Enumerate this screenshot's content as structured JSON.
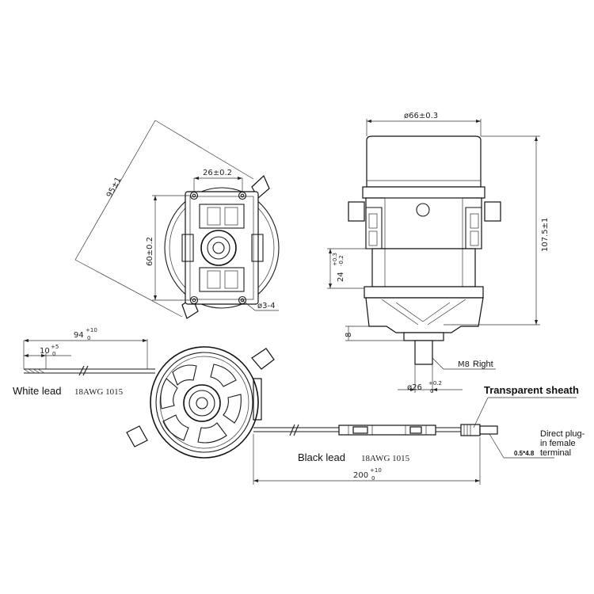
{
  "dimensions": {
    "d66": "ø66±0.3",
    "d26top": "26±0.2",
    "d95": "95±1",
    "d60": "60±0.2",
    "d3_4": "ø3-4",
    "d107": "107.5±1",
    "d24": "24",
    "d24_tol_up": "+0.3",
    "d24_tol_dn": "-0.2",
    "d8": "8",
    "m8": "M8",
    "d26shaft": "ø26",
    "d26shaft_tol_up": "+0.2",
    "d26shaft_tol_dn": "0",
    "d94": "94",
    "d94_tol_up": "+10",
    "d94_tol_dn": "0",
    "d10": "10",
    "d10_tol_up": "+5",
    "d10_tol_dn": "0",
    "d200": "200",
    "d200_tol_up": "+10",
    "d200_tol_dn": "0"
  },
  "labels": {
    "right": "Right",
    "white_lead": "White lead",
    "white_lead_spec": "18AWG 1015",
    "black_lead": "Black lead",
    "black_lead_spec": "18AWG 1015",
    "sheath": "Transparent sheath",
    "plug_line1": "Direct plug-",
    "plug_line2": "in female",
    "plug_size": "0.5*4.8",
    "plug_line3": "terminal"
  }
}
